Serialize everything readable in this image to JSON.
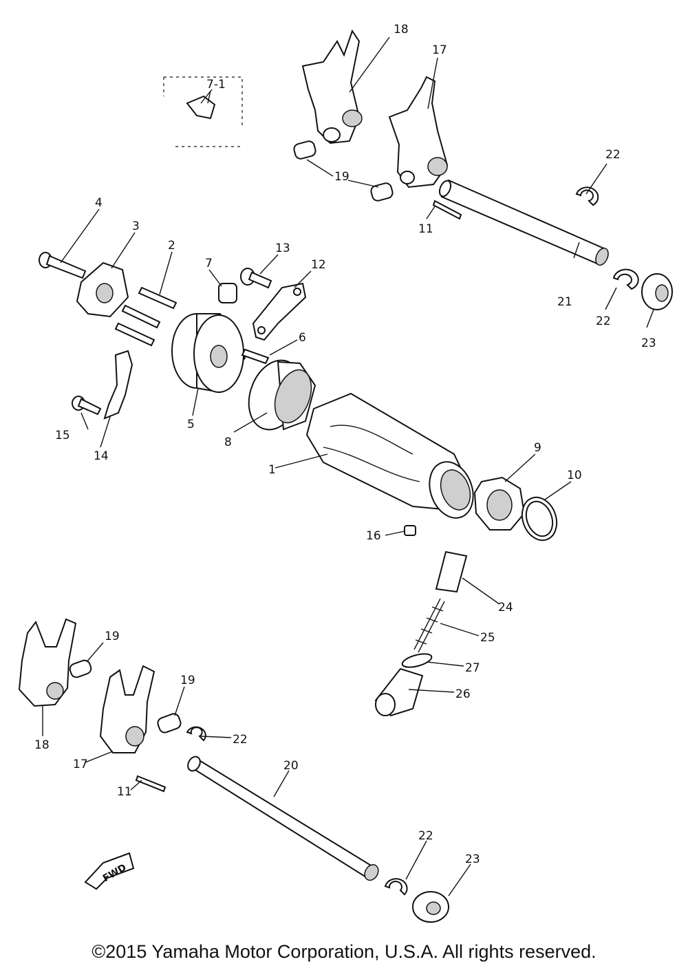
{
  "labels": {
    "l1": "1",
    "l2": "2",
    "l3": "3",
    "l4": "4",
    "l5": "5",
    "l6": "6",
    "l7": "7",
    "l7_1": "7-1",
    "l8": "8",
    "l9": "9",
    "l10": "10",
    "l11a": "11",
    "l11b": "11",
    "l12": "12",
    "l13": "13",
    "l14": "14",
    "l15": "15",
    "l16": "16",
    "l17a": "17",
    "l17b": "17",
    "l18a": "18",
    "l18b": "18",
    "l19a": "19",
    "l19b": "19",
    "l19c": "19",
    "l20": "20",
    "l21": "21",
    "l22a": "22",
    "l22b": "22",
    "l22c": "22",
    "l22d": "22",
    "l23a": "23",
    "l23b": "23",
    "l24": "24",
    "l25": "25",
    "l26": "26",
    "l27": "27"
  },
  "fwd_label": "FWD",
  "copyright": "©2015 Yamaha Motor Corporation, U.S.A. All rights reserved."
}
